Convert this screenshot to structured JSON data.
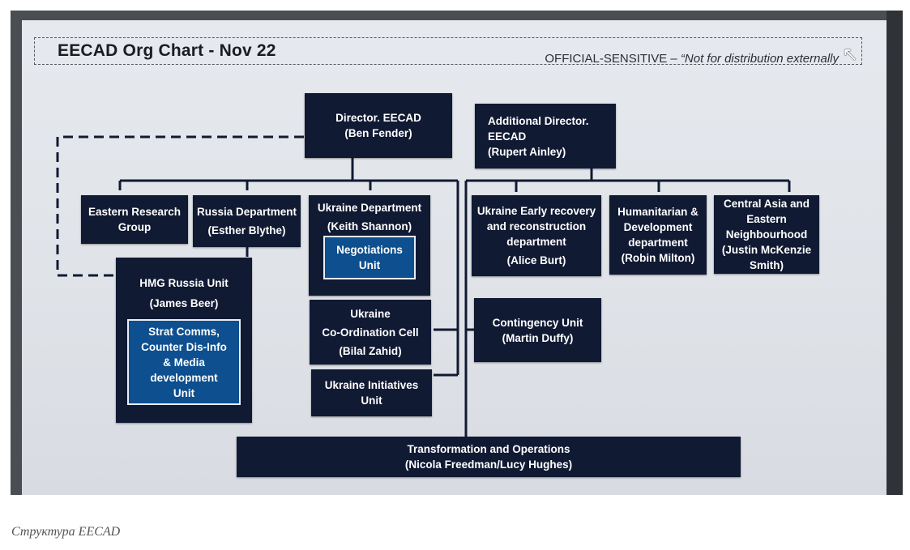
{
  "header": {
    "title": "EECAD Org Chart - Nov 22",
    "classification": "OFFICIAL-SENSITIVE – ",
    "classification_note": "“Not for distribution externally"
  },
  "nodes": {
    "director": {
      "title": "Director. EECAD",
      "person": "(Ben Fender)"
    },
    "additional_director": {
      "title": "Additional Director.",
      "title2": "EECAD",
      "person": "(Rupert Ainley)"
    },
    "eastern_research": {
      "title": "Eastern Research",
      "title2": "Group"
    },
    "russia_department": {
      "title": "Russia Department",
      "person": "(Esther Blythe)"
    },
    "ukraine_department": {
      "title": "Ukraine Department",
      "person": "(Keith Shannon)"
    },
    "negotiations_unit": {
      "title": "Negotiations",
      "title2": "Unit"
    },
    "hmg_russia_unit": {
      "title": "HMG Russia Unit",
      "person": "(James Beer)"
    },
    "strat_comms_unit": {
      "lines": [
        "Strat Comms,",
        "Counter Dis-Info",
        "& Media",
        "development",
        "Unit"
      ]
    },
    "ukraine_coordination": {
      "title": "Ukraine",
      "title2": "Co-Ordination Cell",
      "person": "(Bilal Zahid)"
    },
    "ukraine_initiatives": {
      "title": "Ukraine Initiatives",
      "title2": "Unit"
    },
    "ukraine_recovery": {
      "lines": [
        "Ukraine Early recovery",
        "and reconstruction",
        "department"
      ],
      "person": "(Alice Burt)"
    },
    "humanitarian": {
      "lines": [
        "Humanitarian &",
        "Development",
        "department"
      ],
      "person": "(Robin Milton)"
    },
    "central_asia": {
      "lines": [
        "Central Asia and",
        "Eastern",
        "Neighbourhood",
        "(Justin McKenzie",
        "Smith)"
      ]
    },
    "contingency_unit": {
      "title": "Contingency Unit",
      "person": "(Martin Duffy)"
    },
    "transformation": {
      "title": "Transformation and Operations",
      "person": "(Nicola Freedman/Lucy Hughes)"
    }
  },
  "caption": "Структура EECAD",
  "colors": {
    "node_bg": "#111a33",
    "inner_bg": "#0d4f8f",
    "line": "#111a33"
  }
}
